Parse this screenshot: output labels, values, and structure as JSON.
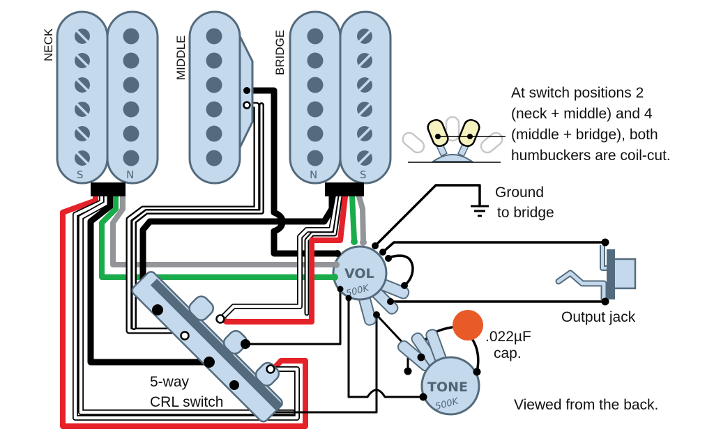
{
  "title": "HSH wiring with 5-way CRL switch, coil-cut at positions 2 and 4",
  "colors": {
    "pickup_fill": "#c5d9ec",
    "pickup_stroke": "#546b7d",
    "pole": "#546b7d",
    "wire_black": "#000000",
    "wire_red": "#e5212a",
    "wire_green": "#1aab4b",
    "wire_gray": "#939598",
    "wire_white": "#ffffff",
    "capacitor": "#e85a27",
    "lever_fill": "#f6f2c0"
  },
  "pickups": [
    {
      "id": "neck",
      "label": "NECK",
      "type": "humbucker",
      "coils": [
        "S",
        "N"
      ]
    },
    {
      "id": "middle",
      "label": "MIDDLE",
      "type": "single-coil",
      "coils": []
    },
    {
      "id": "bridge",
      "label": "BRIDGE",
      "type": "humbucker",
      "coils": [
        "N",
        "S"
      ]
    }
  ],
  "switch": {
    "line1": "5-way",
    "line2": "CRL switch"
  },
  "volume_pot": {
    "title": "VOL",
    "value": "500K"
  },
  "tone_pot": {
    "title": "TONE",
    "value": "500K"
  },
  "capacitor": {
    "line1": ".022µF",
    "line2": "cap."
  },
  "ground": {
    "line1": "Ground",
    "line2": "to bridge"
  },
  "output_jack": {
    "label": "Output jack"
  },
  "notes": {
    "coil_cut": [
      "At switch positions 2",
      "(neck + middle) and 4",
      "(middle + bridge), both",
      "humbuckers are coil-cut."
    ],
    "viewed": "Viewed from the back."
  },
  "icons": {
    "ground": "ground-symbol-icon",
    "switch_positions": "switch-lever-positions-icon"
  }
}
